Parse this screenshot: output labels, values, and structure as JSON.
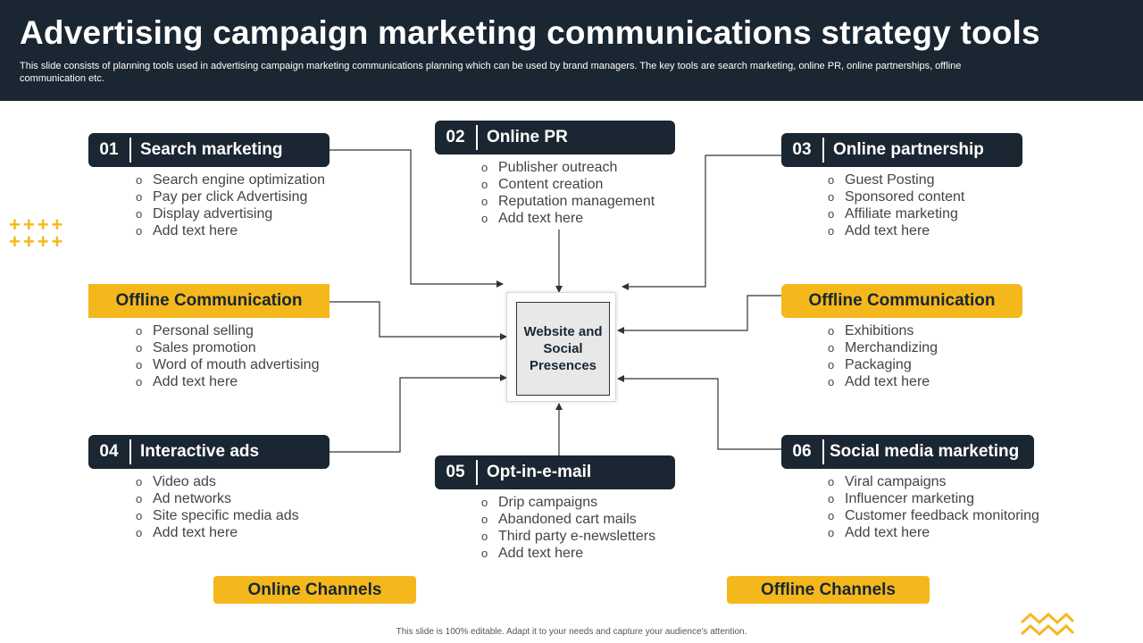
{
  "header": {
    "title": "Advertising campaign marketing communications strategy tools",
    "subtitle": "This slide consists of planning tools used in advertising campaign marketing communications planning which can be used by brand managers. The key tools are search marketing, online PR, online partnerships, offline communication etc."
  },
  "center": {
    "label": "Website and Social Presences"
  },
  "tools": [
    {
      "num": "01",
      "title": "Search marketing",
      "items": [
        "Search engine optimization",
        "Pay per click Advertising",
        "Display advertising",
        "Add text here"
      ]
    },
    {
      "num": "02",
      "title": "Online PR",
      "items": [
        "Publisher outreach",
        "Content creation",
        "Reputation management",
        "Add text here"
      ]
    },
    {
      "num": "03",
      "title": "Online partnership",
      "items": [
        "Guest Posting",
        "Sponsored content",
        "Affiliate marketing",
        "Add text here"
      ]
    },
    {
      "num": "",
      "title": "Offline Communication",
      "items": [
        "Personal selling",
        "Sales promotion",
        "Word of mouth  advertising",
        "Add text here"
      ]
    },
    {
      "num": "",
      "title": "Offline Communication",
      "items": [
        "Exhibitions",
        "Merchandizing",
        "Packaging",
        "Add text here"
      ]
    },
    {
      "num": "04",
      "title": "Interactive ads",
      "items": [
        "Video ads",
        "Ad networks",
        "Site specific media ads",
        "Add text here"
      ]
    },
    {
      "num": "05",
      "title": "Opt-in-e-mail",
      "items": [
        "Drip campaigns",
        "Abandoned cart mails",
        "Third party e-newsletters",
        "Add text here"
      ]
    },
    {
      "num": "06",
      "title": "Social media marketing",
      "items": [
        "Viral campaigns",
        "Influencer  marketing",
        "Customer feedback monitoring",
        "Add text here"
      ]
    }
  ],
  "channels": {
    "online": "Online Channels",
    "offline": "Offline Channels"
  },
  "footer": "This slide is 100% editable. Adapt it to your needs and capture your audience's attention.",
  "colors": {
    "dark": "#1a2631",
    "accent": "#f4b81c",
    "line": "#333333"
  },
  "decorations": {
    "plus": "++++\n++++"
  }
}
